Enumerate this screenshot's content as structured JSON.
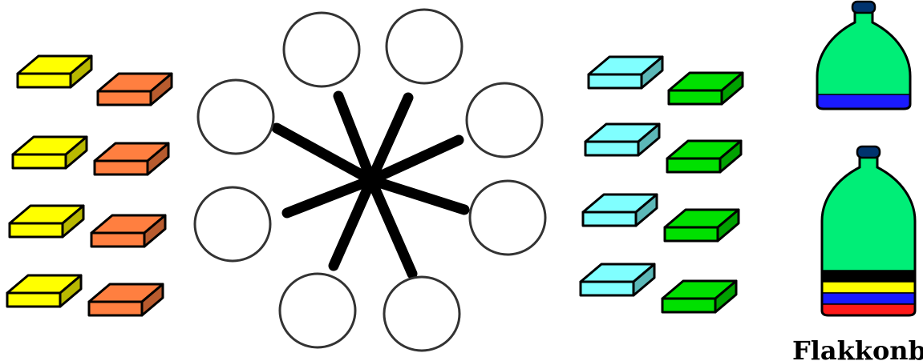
{
  "palette": {
    "yellow": "#ffff00",
    "orange": "#ff7f40",
    "cyan": "#80ffff",
    "green": "#00e000",
    "bottle_body": "#00ee77",
    "bottle_cap": "#00336e",
    "blue": "#1a1aff",
    "red": "#ff1a1a",
    "black": "#000000"
  },
  "groups": {
    "left_blocks": {
      "rows": 4,
      "columns": [
        "yellow",
        "orange"
      ]
    },
    "star": {
      "spokes": 8,
      "circles": 8
    },
    "right_blocks": {
      "rows": 4,
      "columns": [
        "cyan",
        "green"
      ]
    },
    "bottles": [
      {
        "bands": [
          "blue"
        ]
      },
      {
        "bands": [
          "black",
          "yellow",
          "blue",
          "red"
        ]
      }
    ]
  },
  "caption": {
    "text": "Flakkonbe"
  }
}
